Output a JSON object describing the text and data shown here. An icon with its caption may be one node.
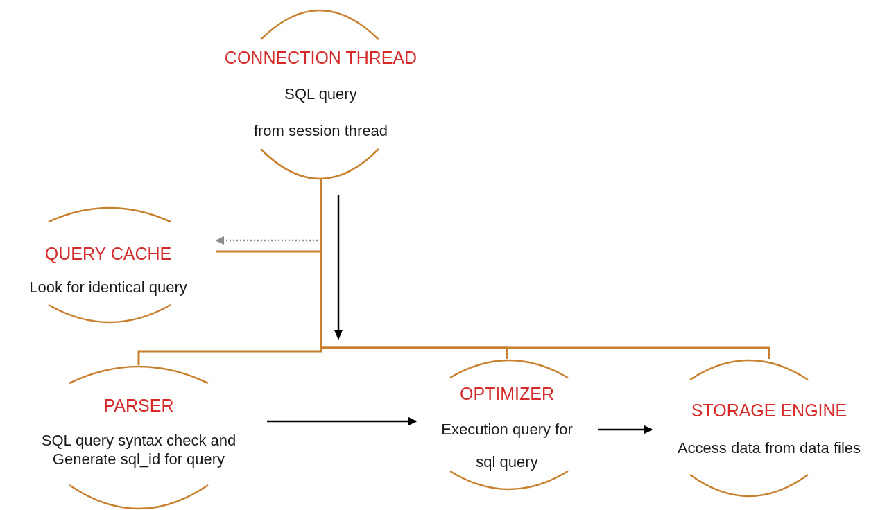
{
  "diagram": {
    "nodes": [
      {
        "text": [
          "CONNECTION THREAD",
          "SQL query",
          "from session thread"
        ]
      },
      {
        "text": [
          "QUERY CACHE",
          "Look for identical query"
        ]
      },
      {
        "text": [
          "PARSER",
          "SQL query syntax check and Generate sql_id for query"
        ]
      },
      {
        "text": [
          "OPTIMIZER",
          "Execution query for sql query"
        ]
      },
      {
        "text": [
          "STORAGE ENGINE",
          "Access data from data files"
        ]
      }
    ],
    "edges": [
      {
        "from": 0,
        "to": 1,
        "arrow": "none"
      },
      {
        "from": null,
        "to": 1,
        "arrow": "to",
        "style": "dashed",
        "color": "#8c8c8c"
      },
      {
        "from": 0,
        "to": 2,
        "arrow": "none"
      },
      {
        "from": 0,
        "to": 3,
        "arrow": "none"
      },
      {
        "from": 0,
        "to": 4,
        "arrow": "none"
      },
      {
        "from": 2,
        "to": 3,
        "arrow": "to",
        "color": "#000000"
      },
      {
        "from": 3,
        "to": 4,
        "arrow": "to",
        "color": "#000000"
      }
    ]
  }
}
